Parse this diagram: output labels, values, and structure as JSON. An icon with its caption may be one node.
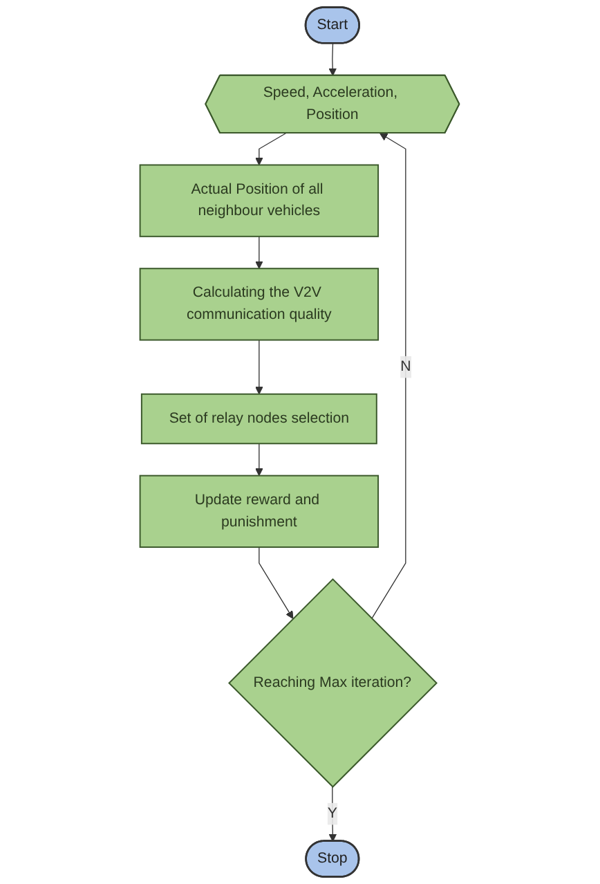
{
  "diagram": {
    "nodes": [
      {
        "text": [
          "Start"
        ]
      },
      {
        "text": [
          "Speed, Acceleration, Position"
        ]
      },
      {
        "text": [
          "Actual Position of all neighbour vehicles"
        ]
      },
      {
        "text": [
          "Calculating the V2V communication quality"
        ]
      },
      {
        "text": [
          "Set of relay nodes selection"
        ]
      },
      {
        "text": [
          "Update reward and punishment"
        ]
      },
      {
        "text": [
          "Reaching Max iteration?"
        ]
      },
      {
        "text": [
          "Stop"
        ]
      }
    ],
    "edges": [
      {
        "from": 0,
        "to": 1,
        "arrow": "to"
      },
      {
        "from": 1,
        "to": 2,
        "arrow": "to"
      },
      {
        "from": 2,
        "to": 3,
        "arrow": "to"
      },
      {
        "from": 3,
        "to": 4,
        "arrow": "to"
      },
      {
        "from": 4,
        "to": 5,
        "arrow": "to"
      },
      {
        "from": 5,
        "to": 6,
        "arrow": "to"
      },
      {
        "from": 6,
        "to": 1,
        "label": "N",
        "arrow": "to"
      },
      {
        "from": 6,
        "to": 7,
        "label": "Y",
        "arrow": "to"
      }
    ]
  }
}
